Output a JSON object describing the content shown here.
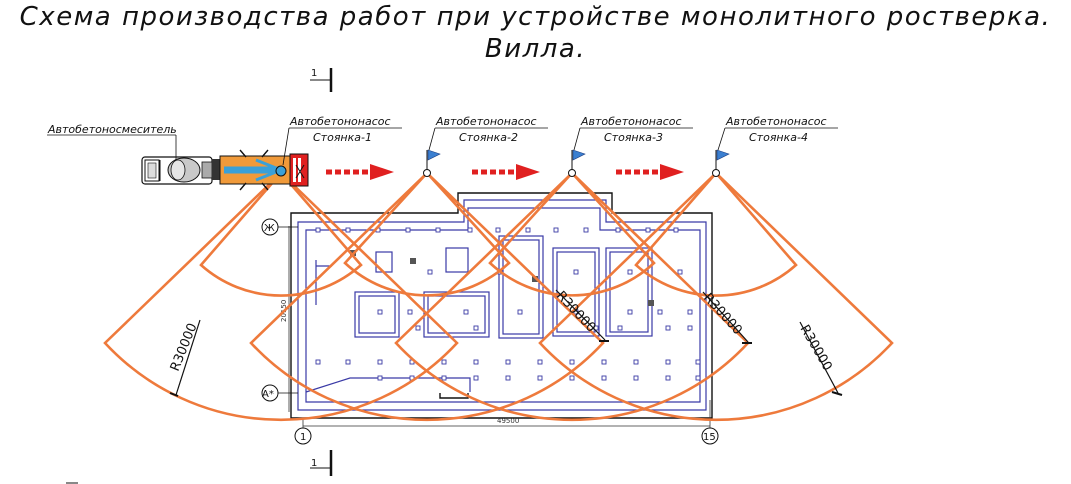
{
  "title": {
    "line1": "Схема производства работ при устройстве монолитного ростверка.",
    "line2": "Вилла."
  },
  "labels": {
    "mixer": "Автобетоносмеситель",
    "pump": "Автобетононасос",
    "stations": [
      "Стоянка-1",
      "Стоянка-2",
      "Стоянка-3",
      "Стоянка-4"
    ]
  },
  "radius_label": "R30000",
  "dimensions": {
    "length": "49500",
    "width": "20150"
  },
  "axes": {
    "a": "А*",
    "zh": "Ж",
    "n1": "1",
    "n15": "15"
  },
  "section_mark": "1",
  "colors": {
    "arc": "#ee7a3c",
    "plan": "#3a3aa6",
    "arrow": "#e02020",
    "flag": "#3b7fd0"
  }
}
